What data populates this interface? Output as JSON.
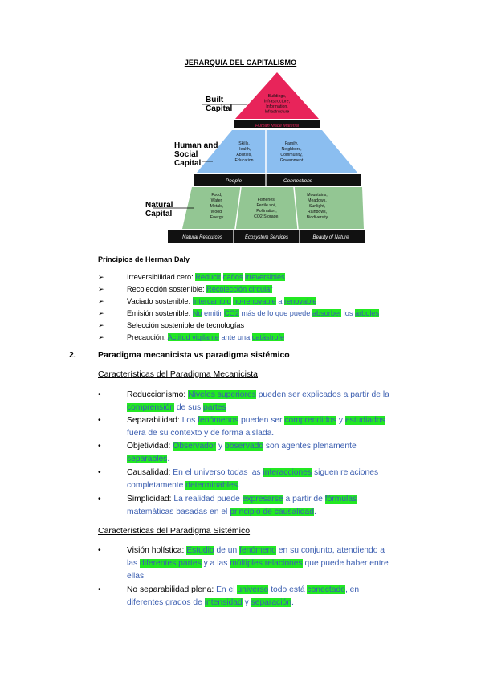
{
  "title": "JERARQUÍA DEL CAPITALISMO",
  "pyramid": {
    "labels": {
      "built": [
        "Built",
        "Capital"
      ],
      "human": [
        "Human and",
        "Social",
        "Capital"
      ],
      "natural": [
        "Natural",
        "Capital"
      ]
    },
    "top_items": [
      "Buildings,",
      "Infrastructure,",
      "Information,",
      "Infrastructure"
    ],
    "top_band": "Human Made Material",
    "people_items": [
      "Skills,",
      "Health,",
      "Abilities,",
      "Education"
    ],
    "conn_items": [
      "Family,",
      "Neighbors,",
      "Community,",
      "Government"
    ],
    "mid_bands": [
      "People",
      "Connections"
    ],
    "res_items": [
      "Food,",
      "Water,",
      "Metals,",
      "Wood,",
      "Energy"
    ],
    "eco_items": [
      "Fisheries,",
      "Fertile soil,",
      "Pollination,",
      "CO2 Storage,"
    ],
    "beauty_items": [
      "Mountains,",
      "Meadows,",
      "Sunlight,",
      "Rainbows,",
      "Biodiversity"
    ],
    "bottom_bands": [
      "Natural Resources",
      "Ecosystem Services",
      "Beauty of Nature"
    ],
    "colors": {
      "top": "#e8245a",
      "mid": "#8bbef0",
      "bottom": "#93c693",
      "band": "#111111"
    }
  },
  "daly": {
    "heading": "Principios de Herman Daly",
    "items": [
      {
        "label": "Irreversibilidad cero:",
        "parts": [
          [
            "Reducir",
            true
          ],
          [
            " ",
            false
          ],
          [
            "daños",
            true
          ],
          [
            " ",
            false
          ],
          [
            "irreversibles",
            true
          ]
        ]
      },
      {
        "label": "Recolección sostenible:",
        "parts": [
          [
            "Recolección circular",
            true
          ]
        ]
      },
      {
        "label": "Vaciado sostenible:",
        "parts": [
          [
            "Intercambio",
            true
          ],
          [
            " ",
            false
          ],
          [
            "no-renovable",
            true
          ],
          [
            " a ",
            false
          ],
          [
            "renovable",
            true
          ]
        ]
      },
      {
        "label": "Emisión sostenible:",
        "parts": [
          [
            "No",
            true
          ],
          [
            " emitir ",
            false
          ],
          [
            "CO2",
            true
          ],
          [
            " más de lo que puede ",
            false
          ],
          [
            "absorber",
            true
          ],
          [
            " los ",
            false
          ],
          [
            "árboles",
            true
          ]
        ]
      },
      {
        "label": "Selección sostenible de tecnologías",
        "parts": []
      },
      {
        "label": "Precaución:",
        "parts": [
          [
            "Actitud vigilante",
            true
          ],
          [
            " ante una ",
            false
          ],
          [
            "catástrofe",
            true
          ]
        ]
      }
    ]
  },
  "section": {
    "number": "2.",
    "title": "Paradigma mecanicista vs paradigma sistémico"
  },
  "mecanicista": {
    "heading": "Características del Paradigma Mecanicista",
    "items": [
      {
        "label": "Reduccionismo:",
        "lines": [
          [
            [
              " ",
              false
            ],
            [
              "Niveles superiores",
              true
            ],
            [
              " pueden ser explicados a partir de la",
              false
            ]
          ],
          [
            [
              "comprensión",
              true
            ],
            [
              " de sus ",
              false
            ],
            [
              "partes",
              true
            ]
          ]
        ]
      },
      {
        "label": "Separabilidad:",
        "lines": [
          [
            [
              " Los ",
              false
            ],
            [
              "fenómenos",
              true
            ],
            [
              " pueden ser ",
              false
            ],
            [
              "comprendidos",
              true
            ],
            [
              " y ",
              false
            ],
            [
              "estudiados",
              true
            ]
          ],
          [
            [
              "fuera de su contexto y de forma aislada.",
              false
            ]
          ]
        ]
      },
      {
        "label": "Objetividad:",
        "lines": [
          [
            [
              " ",
              false
            ],
            [
              "Observador",
              true
            ],
            [
              " y ",
              false
            ],
            [
              "observado",
              true
            ],
            [
              " son agentes plenamente",
              false
            ]
          ],
          [
            [
              "separables",
              true
            ],
            [
              ".",
              false
            ]
          ]
        ]
      },
      {
        "label": "Causalidad:",
        "lines": [
          [
            [
              " En el universo todas las ",
              false
            ],
            [
              "interacciones",
              true
            ],
            [
              " siguen relaciones",
              false
            ]
          ],
          [
            [
              "completamente ",
              false
            ],
            [
              "determinables",
              true
            ],
            [
              ".",
              false
            ]
          ]
        ]
      },
      {
        "label": "Simplicidad:",
        "lines": [
          [
            [
              " La realidad puede ",
              false
            ],
            [
              "expresarse",
              true
            ],
            [
              " a partir de ",
              false
            ],
            [
              "fórmulas",
              true
            ]
          ],
          [
            [
              "matemáticas basadas en el ",
              false
            ],
            [
              "principio de causalidad",
              true
            ],
            [
              ".",
              false
            ]
          ]
        ]
      }
    ]
  },
  "sistemico": {
    "heading": "Características del Paradigma Sistémico",
    "items": [
      {
        "label": "Visión holística:",
        "lines": [
          [
            [
              " ",
              false
            ],
            [
              "Estudio",
              true
            ],
            [
              " de un ",
              false
            ],
            [
              "fenómeno",
              true
            ],
            [
              " en su conjunto, atendiendo a",
              false
            ]
          ],
          [
            [
              "las ",
              false
            ],
            [
              "diferentes partes",
              true
            ],
            [
              " y a las ",
              false
            ],
            [
              "múltiples relaciones",
              true
            ],
            [
              " que puede haber entre",
              false
            ]
          ],
          [
            [
              "ellas",
              false
            ]
          ]
        ]
      },
      {
        "label": "No separabilidad plena:",
        "lines": [
          [
            [
              " En el ",
              false
            ],
            [
              "universo",
              true
            ],
            [
              " todo está ",
              false
            ],
            [
              "conectado",
              true
            ],
            [
              ", en",
              false
            ]
          ],
          [
            [
              "diferentes grados de ",
              false
            ],
            [
              "intensidad",
              true
            ],
            [
              " y ",
              false
            ],
            [
              "separación",
              true
            ],
            [
              ".",
              false
            ]
          ]
        ]
      }
    ]
  },
  "bullets": {
    "arrow": "➢",
    "dot": "•"
  }
}
